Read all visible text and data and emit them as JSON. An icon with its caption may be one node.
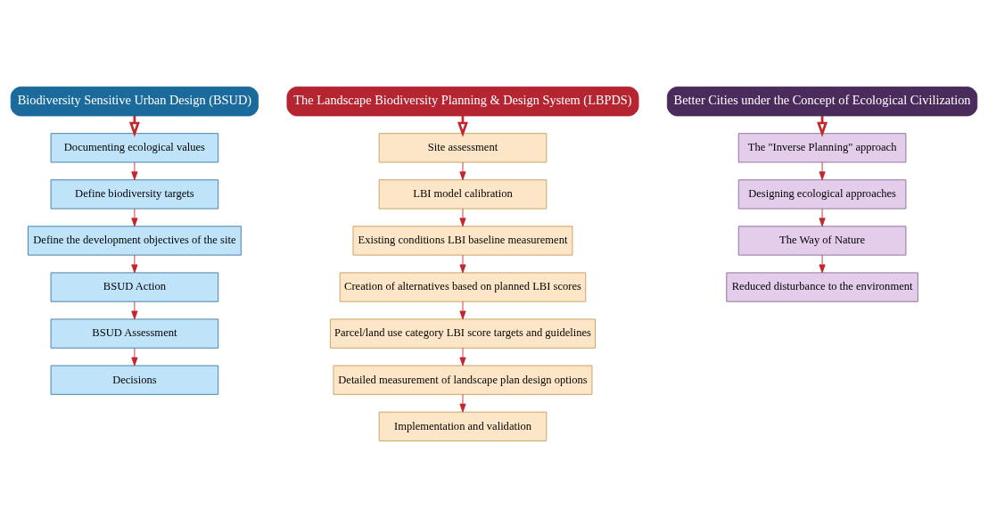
{
  "diagram": {
    "nodes": [
      {
        "text": [
          "Biodiversity Sensitive Urban Design (BSUD)"
        ]
      },
      {
        "text": [
          "Documenting ecological values"
        ]
      },
      {
        "text": [
          "Define biodiversity targets"
        ]
      },
      {
        "text": [
          "Define the development objectives of the site"
        ]
      },
      {
        "text": [
          "BSUD Action"
        ]
      },
      {
        "text": [
          "BSUD Assessment"
        ]
      },
      {
        "text": [
          "Decisions"
        ]
      },
      {
        "text": [
          "The Landscape Biodiversity Planning & Design System (LBPDS)"
        ]
      },
      {
        "text": [
          "Site assessment"
        ]
      },
      {
        "text": [
          "LBI model calibration"
        ]
      },
      {
        "text": [
          "Existing conditions LBI baseline measurement"
        ]
      },
      {
        "text": [
          "Creation of alternatives based on planned LBI scores"
        ]
      },
      {
        "text": [
          "Parcel/land use category LBI score targets and guidelines"
        ]
      },
      {
        "text": [
          "Detailed measurement of landscape plan design options"
        ]
      },
      {
        "text": [
          "Implementation and validation"
        ]
      },
      {
        "text": [
          "Better Cities under the Concept of Ecological Civilization"
        ]
      },
      {
        "text": [
          "The \"Inverse Planning\" approach"
        ]
      },
      {
        "text": [
          "Designing ecological approaches"
        ]
      },
      {
        "text": [
          "The Way of Nature"
        ]
      },
      {
        "text": [
          "Reduced disturbance to the environment"
        ]
      }
    ],
    "edges": [
      {
        "from": 0,
        "to": 1,
        "arrow": "to",
        "style": "thick"
      },
      {
        "from": 1,
        "to": 2,
        "arrow": "to"
      },
      {
        "from": 2,
        "to": 3,
        "arrow": "to"
      },
      {
        "from": 3,
        "to": 4,
        "arrow": "to"
      },
      {
        "from": 4,
        "to": 5,
        "arrow": "to"
      },
      {
        "from": 5,
        "to": 6,
        "arrow": "to"
      },
      {
        "from": 7,
        "to": 8,
        "arrow": "to",
        "style": "thick"
      },
      {
        "from": 8,
        "to": 9,
        "arrow": "to"
      },
      {
        "from": 9,
        "to": 10,
        "arrow": "to"
      },
      {
        "from": 10,
        "to": 11,
        "arrow": "to"
      },
      {
        "from": 11,
        "to": 12,
        "arrow": "to"
      },
      {
        "from": 12,
        "to": 13,
        "arrow": "to"
      },
      {
        "from": 13,
        "to": 14,
        "arrow": "to"
      },
      {
        "from": 15,
        "to": 16,
        "arrow": "to",
        "style": "thick"
      },
      {
        "from": 16,
        "to": 17,
        "arrow": "to"
      },
      {
        "from": 17,
        "to": 18,
        "arrow": "to"
      },
      {
        "from": 18,
        "to": 19,
        "arrow": "to"
      }
    ]
  }
}
